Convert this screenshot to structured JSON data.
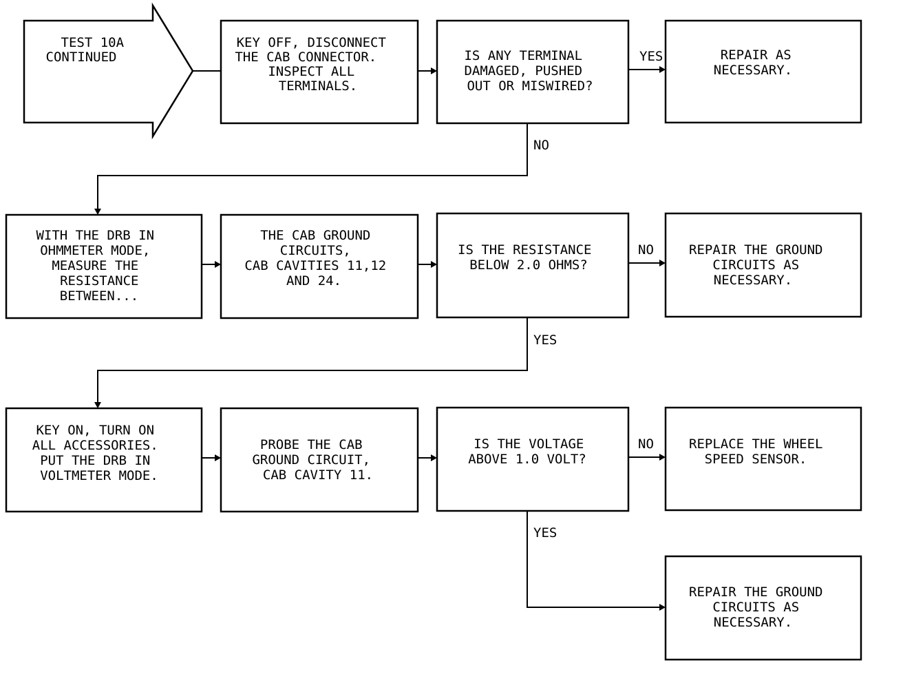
{
  "start": {
    "lines": [
      "TEST 10A",
      "CONTINUED"
    ]
  },
  "row1": {
    "step": [
      "KEY OFF, DISCONNECT",
      "THE CAB CONNECTOR.",
      "INSPECT ALL",
      "TERMINALS."
    ],
    "question": [
      "IS ANY TERMINAL",
      "DAMAGED, PUSHED",
      "OUT OR MISWIRED?"
    ],
    "yes_label": "YES",
    "yes_action": [
      "REPAIR AS",
      "NECESSARY."
    ],
    "no_label": "NO"
  },
  "row2": {
    "step1": [
      "WITH THE DRB IN",
      "OHMMETER MODE,",
      "MEASURE THE",
      "RESISTANCE",
      "BETWEEN..."
    ],
    "step2": [
      "THE CAB GROUND",
      "CIRCUITS,",
      "CAB CAVITIES 11,12",
      "AND 24."
    ],
    "question": [
      "IS THE RESISTANCE",
      "BELOW 2.0 OHMS?"
    ],
    "no_label": "NO",
    "no_action": [
      "REPAIR THE GROUND",
      "CIRCUITS AS",
      "NECESSARY."
    ],
    "yes_label": "YES"
  },
  "row3": {
    "step1": [
      "KEY ON, TURN ON",
      "ALL ACCESSORIES.",
      "PUT THE DRB IN",
      "VOLTMETER MODE."
    ],
    "step2": [
      "PROBE THE CAB",
      "GROUND CIRCUIT,",
      "CAB CAVITY 11."
    ],
    "question": [
      "IS THE VOLTAGE",
      "ABOVE 1.0 VOLT?"
    ],
    "no_label": "NO",
    "no_action": [
      "REPLACE THE WHEEL",
      "SPEED SENSOR."
    ],
    "yes_label": "YES"
  },
  "final": {
    "lines": [
      "REPAIR THE GROUND",
      "CIRCUITS AS",
      "NECESSARY."
    ]
  }
}
